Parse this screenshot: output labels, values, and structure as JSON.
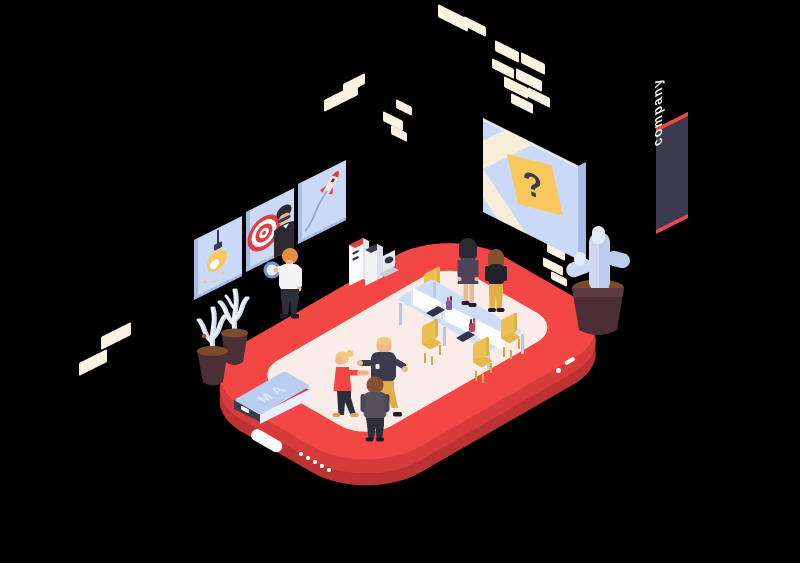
{
  "title": "Isometric office illustration on giant red tablet",
  "palette": {
    "pageBg": "#000000",
    "red": "#f24744",
    "redSide": "#d83b3b",
    "redSideDark": "#bb3232",
    "floorPink": "#f9ebe8",
    "cream": "#fbf2e4",
    "creamBand": "#f8edd8",
    "lightBlue": "#c9d9f7",
    "blueEdge": "#a6bce6",
    "paleBlue": "#e8eefb",
    "navy": "#3c3b4e",
    "cardYellow": "#f8c85d",
    "chairYellow": "#eec052",
    "chairYellowDark": "#d9a83e",
    "mustard": "#e2ac49",
    "tableBlue": "#cfdef7",
    "tableLeg": "#b5c8ec",
    "laptop": "#343247",
    "skin": "#f0b58a",
    "hairOrange": "#e2913d",
    "hairBlonde": "#f0c87e",
    "hairBrown": "#84522f",
    "hairBlack": "#2b2a33",
    "potMaroon": "#4c2f36",
    "soil": "#7b4a2b",
    "coral": "#eef3fc",
    "coralShade": "#ccdbf4",
    "cactus": "#cdd9f3",
    "cactusShade": "#bccbec",
    "dressSlate": "#4c4458",
    "jacketGrey": "#56515f",
    "pantsBlack": "#2e2d3a",
    "shoe": "#1d1c26",
    "targetRed": "#e23c3c"
  },
  "banner": {
    "label": "company"
  },
  "billboard": {
    "symbol": "?"
  },
  "floor_book": {
    "label": "MA"
  }
}
